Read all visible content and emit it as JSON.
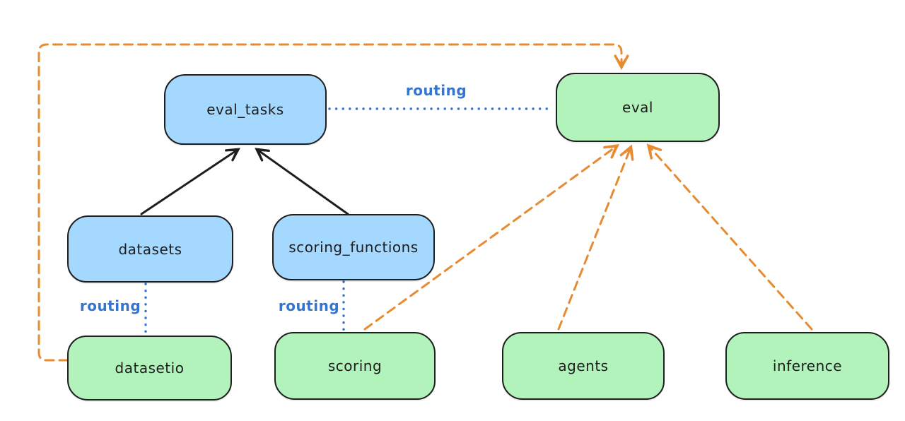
{
  "diagram": {
    "nodes": {
      "eval_tasks": {
        "label": "eval_tasks",
        "fill": "#a5d8ff"
      },
      "eval": {
        "label": "eval",
        "fill": "#b2f2bb"
      },
      "datasets": {
        "label": "datasets",
        "fill": "#a5d8ff"
      },
      "scoring_functions": {
        "label": "scoring_functions",
        "fill": "#a5d8ff"
      },
      "datasetio": {
        "label": "datasetio",
        "fill": "#b2f2bb"
      },
      "scoring": {
        "label": "scoring",
        "fill": "#b2f2bb"
      },
      "agents": {
        "label": "agents",
        "fill": "#b2f2bb"
      },
      "inference": {
        "label": "inference",
        "fill": "#b2f2bb"
      }
    },
    "edges": [
      {
        "from": "datasets",
        "to": "eval_tasks",
        "style": "solid",
        "color": "black",
        "arrow": "to",
        "label": ""
      },
      {
        "from": "scoring_functions",
        "to": "eval_tasks",
        "style": "solid",
        "color": "black",
        "arrow": "to",
        "label": ""
      },
      {
        "from": "eval_tasks",
        "to": "eval",
        "style": "dotted",
        "color": "blue",
        "arrow": "none",
        "label": "routing"
      },
      {
        "from": "datasets",
        "to": "datasetio",
        "style": "dotted",
        "color": "blue",
        "arrow": "none",
        "label": "routing"
      },
      {
        "from": "scoring_functions",
        "to": "scoring",
        "style": "dotted",
        "color": "blue",
        "arrow": "none",
        "label": "routing"
      },
      {
        "from": "datasetio",
        "to": "eval",
        "style": "dashed",
        "color": "orange",
        "arrow": "to",
        "label": ""
      },
      {
        "from": "scoring",
        "to": "eval",
        "style": "dashed",
        "color": "orange",
        "arrow": "to",
        "label": ""
      },
      {
        "from": "agents",
        "to": "eval",
        "style": "dashed",
        "color": "orange",
        "arrow": "to",
        "label": ""
      },
      {
        "from": "inference",
        "to": "eval",
        "style": "dashed",
        "color": "orange",
        "arrow": "to",
        "label": ""
      }
    ],
    "colors": {
      "blue_fill": "#a5d8ff",
      "green_fill": "#b2f2bb",
      "node_stroke": "#1e1e1e",
      "routing_blue": "#3375d0",
      "orange": "#e78b33",
      "background": "#ffffff"
    }
  }
}
